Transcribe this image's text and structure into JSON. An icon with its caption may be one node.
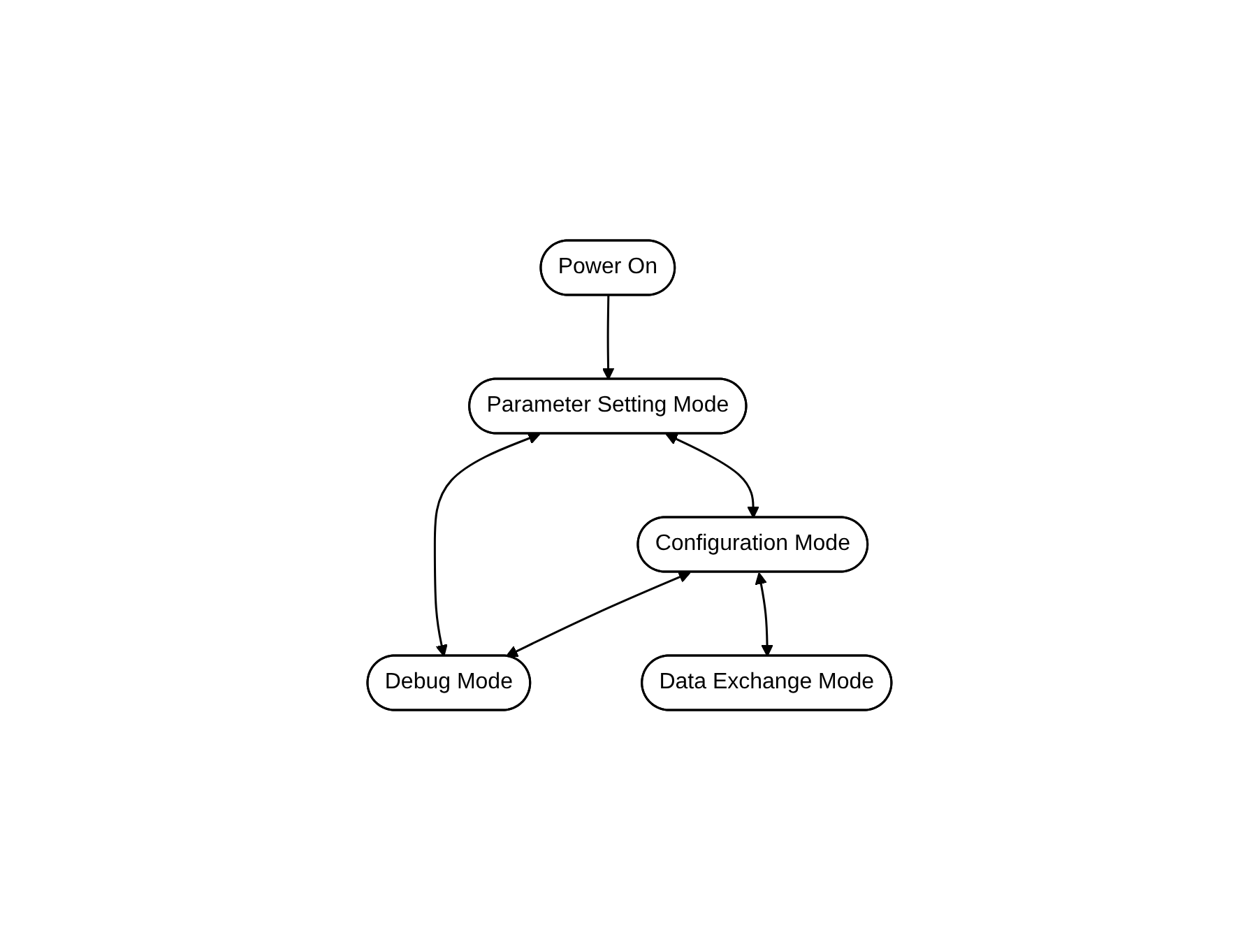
{
  "diagram": {
    "nodes": [
      {
        "text": [
          "Power On"
        ]
      },
      {
        "text": [
          "Parameter Setting Mode"
        ]
      },
      {
        "text": [
          "Debug Mode"
        ]
      },
      {
        "text": [
          "Configuration Mode"
        ]
      },
      {
        "text": [
          "Data Exchange Mode"
        ]
      }
    ],
    "edges": [
      {
        "from": 0,
        "to": 1,
        "arrow": "to"
      },
      {
        "from": 1,
        "to": 3,
        "arrow": "both"
      },
      {
        "from": 1,
        "to": 2,
        "arrow": "both"
      },
      {
        "from": 3,
        "to": 2,
        "arrow": "both"
      },
      {
        "from": 3,
        "to": 4,
        "arrow": "both"
      }
    ]
  }
}
